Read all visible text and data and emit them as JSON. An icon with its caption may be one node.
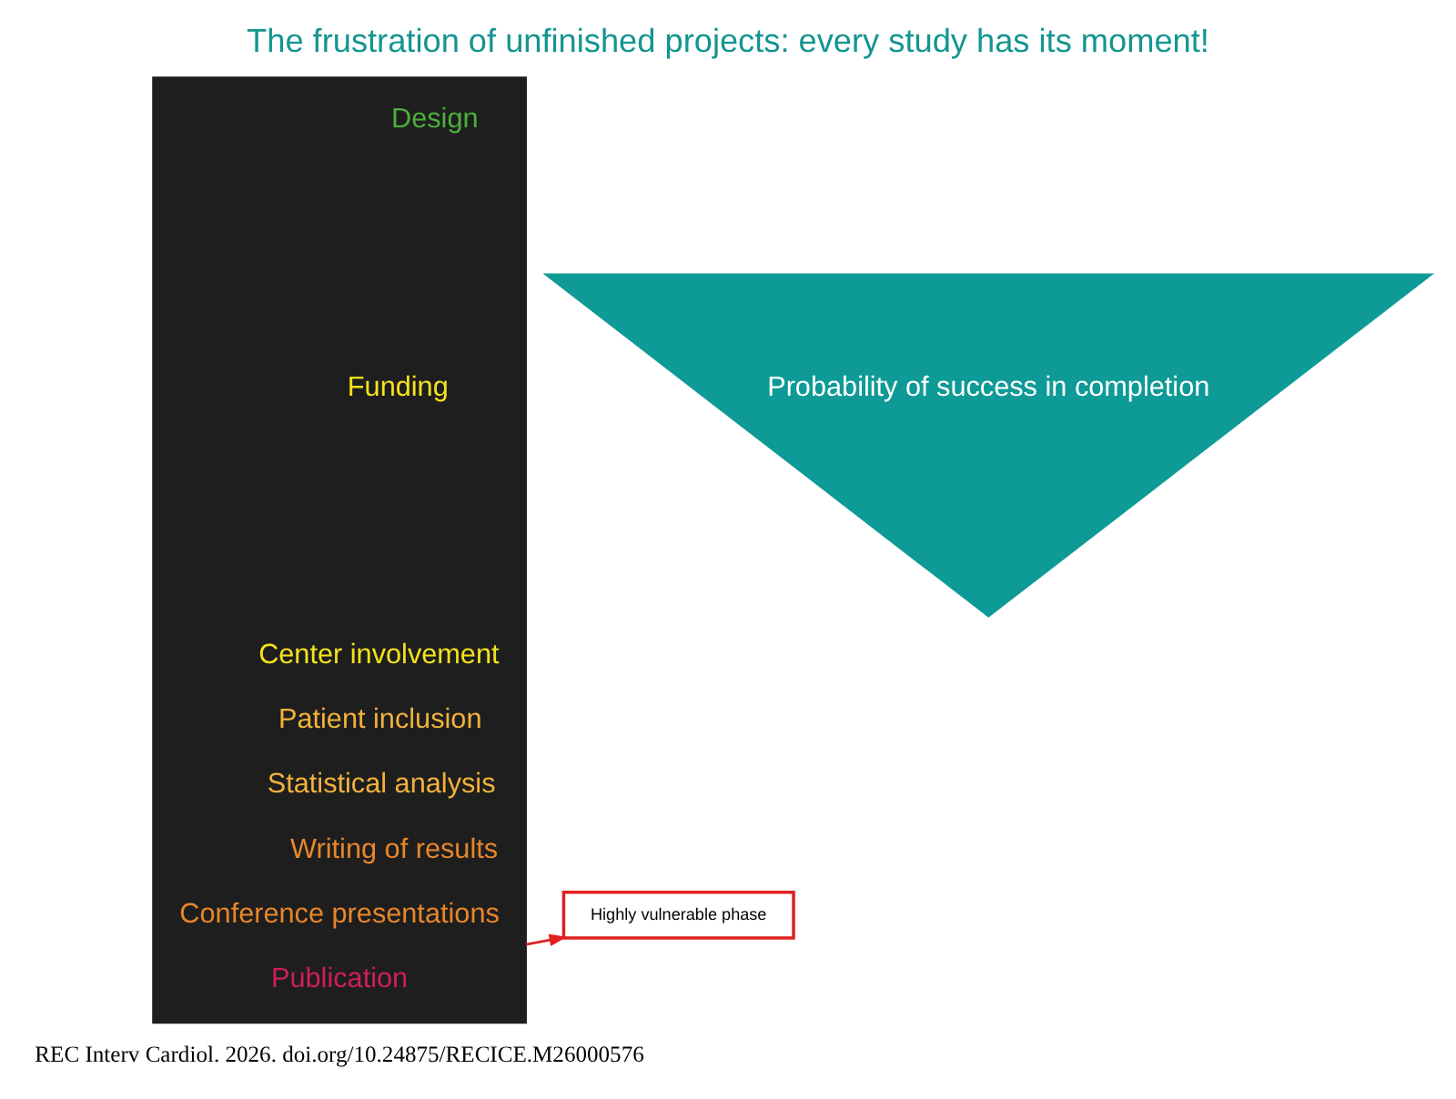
{
  "diagram": {
    "title": "The frustration of unfinished projects: every study has its moment!",
    "caption": "REC Interv Cardiol. 2026. doi.org/10.24875/RECICE.M26000576",
    "nodes": [
      {
        "text": [],
        "shape": "box"
      },
      {
        "text": [
          "Design"
        ],
        "in": 0
      },
      {
        "text": [
          "Funding"
        ],
        "in": 0
      },
      {
        "text": [
          "Center involvement"
        ],
        "in": 0
      },
      {
        "text": [
          "Patient inclusion"
        ],
        "in": 0
      },
      {
        "text": [
          "Statistical analysis"
        ],
        "in": 0
      },
      {
        "text": [
          "Writing of results"
        ],
        "in": 0
      },
      {
        "text": [
          "Conference presentations"
        ],
        "in": 0
      },
      {
        "text": [
          "Publication"
        ],
        "in": 0
      },
      {
        "text": [
          "Probability of success in completion"
        ]
      },
      {
        "text": [
          "Highly vulnerable phase"
        ]
      }
    ],
    "edges": [
      {
        "from": 0,
        "to": 10,
        "arrow": "to",
        "color": "#e02020"
      }
    ]
  }
}
